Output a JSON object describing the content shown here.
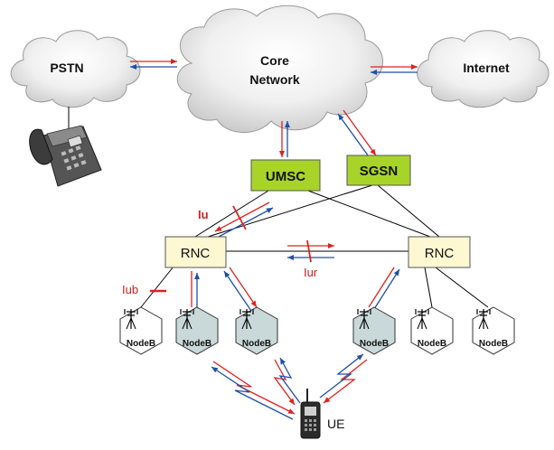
{
  "nodes": {
    "pstn": "PSTN",
    "core_line1": "Core",
    "core_line2": "Network",
    "internet": "Internet",
    "umsc": "UMSC",
    "sgsn": "SGSN",
    "rnc_left": "RNC",
    "rnc_right": "RNC",
    "ue": "UE"
  },
  "interfaces": {
    "iu": "Iu",
    "iur": "Iur",
    "iub": "Iub"
  },
  "nodeb_label": "NodeB",
  "colors": {
    "red_arrow": "#e02020",
    "blue_arrow": "#1f4fa8",
    "gateway_fill": "#a8d42a",
    "rnc_fill": "#fdf7d2",
    "shaded_nodeb_fill": "#c9d8d8",
    "interface_label": "#cc2222"
  },
  "icons": {
    "phone": "desk-telephone-icon",
    "ue": "mobile-phone-icon",
    "antenna": "antenna-tower-icon"
  }
}
